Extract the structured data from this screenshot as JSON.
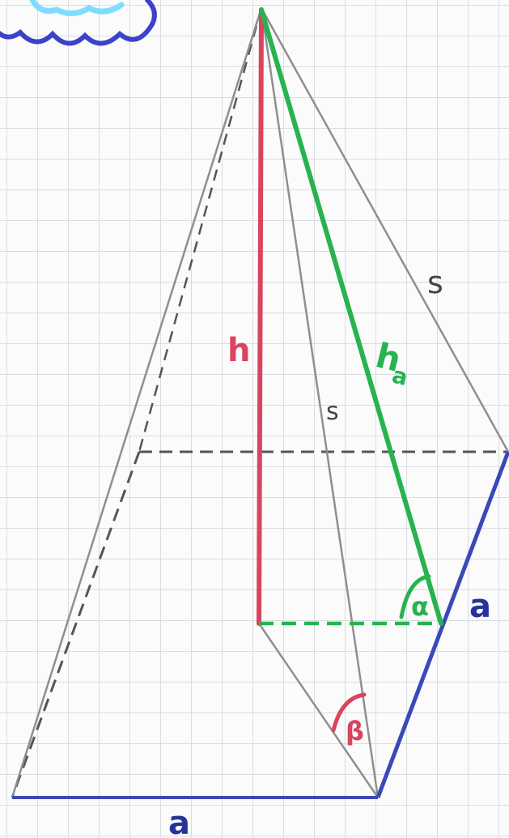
{
  "colors": {
    "edge": "#8f8f8f",
    "height": "#d9445e",
    "slant_height": "#27b34f",
    "base": "#3a48b8",
    "label_a": "#26339a",
    "cloud": "#3b43c8",
    "cloud_fill": "#7fdcff"
  },
  "labels": {
    "height": "h",
    "slant_height": "h",
    "slant_height_sub": "a",
    "edge_s_right": "s",
    "edge_s_inner": "s",
    "alpha": "α",
    "beta": "β",
    "side_a_right": "a",
    "side_a_bottom": "a"
  }
}
